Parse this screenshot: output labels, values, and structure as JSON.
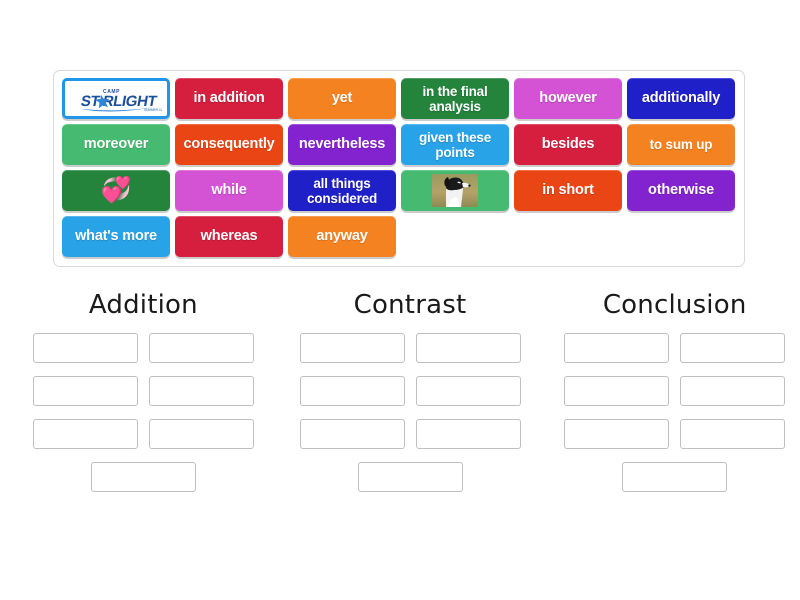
{
  "word_bank": {
    "tiles": [
      {
        "id": "camp-starlight-logo",
        "kind": "logo",
        "label": "CAMP STARLIGHT",
        "logo_top": "CAMP",
        "logo_main": "ST RLIGHT",
        "color": "#ffffff",
        "border_color": "#2196e8"
      },
      {
        "id": "in-addition",
        "kind": "text",
        "label": "in addition",
        "color": "#d61f3e"
      },
      {
        "id": "yet",
        "kind": "text",
        "label": "yet",
        "color": "#f58220"
      },
      {
        "id": "in-the-final-analysis",
        "kind": "text",
        "label": "in the final analysis",
        "color": "#24843c"
      },
      {
        "id": "however",
        "kind": "text",
        "label": "however",
        "color": "#d452d4"
      },
      {
        "id": "additionally",
        "kind": "text",
        "label": "additionally",
        "color": "#2020c8"
      },
      {
        "id": "moreover",
        "kind": "text",
        "label": "moreover",
        "color": "#45ba70"
      },
      {
        "id": "consequently",
        "kind": "text",
        "label": "consequently",
        "color": "#ea4515"
      },
      {
        "id": "nevertheless",
        "kind": "text",
        "label": "nevertheless",
        "color": "#8323cf"
      },
      {
        "id": "given-these-points",
        "kind": "text",
        "label": "given these points",
        "color": "#29a3e8"
      },
      {
        "id": "besides",
        "kind": "text",
        "label": "besides",
        "color": "#d61f3e"
      },
      {
        "id": "to-sum-up",
        "kind": "text",
        "label": "to sum up",
        "color": "#f58220"
      },
      {
        "id": "hearts-image",
        "kind": "emoji",
        "label": "revolving-hearts",
        "glyph": "💞",
        "color": "#24843c"
      },
      {
        "id": "while",
        "kind": "text",
        "label": "while",
        "color": "#d452d4"
      },
      {
        "id": "all-things-considered",
        "kind": "text",
        "label": "all things considered",
        "color": "#2020c8"
      },
      {
        "id": "dog-photo",
        "kind": "photo",
        "label": "border-collie-photo",
        "color": "#45ba70"
      },
      {
        "id": "in-short",
        "kind": "text",
        "label": "in short",
        "color": "#ea4515"
      },
      {
        "id": "otherwise",
        "kind": "text",
        "label": "otherwise",
        "color": "#8323cf"
      },
      {
        "id": "whats-more",
        "kind": "text",
        "label": "what's more",
        "color": "#29a3e8"
      },
      {
        "id": "whereas",
        "kind": "text",
        "label": "whereas",
        "color": "#d61f3e"
      },
      {
        "id": "anyway",
        "kind": "text",
        "label": "anyway",
        "color": "#f58220"
      }
    ]
  },
  "categories": [
    {
      "id": "addition",
      "title": "Addition",
      "slot_count": 7
    },
    {
      "id": "contrast",
      "title": "Contrast",
      "slot_count": 7
    },
    {
      "id": "conclusion",
      "title": "Conclusion",
      "slot_count": 7
    }
  ],
  "theme": {
    "background": "#ffffff",
    "panel_border": "#d9d9d9",
    "slot_border": "#bfbfbf",
    "title_color": "#1a1a1a"
  }
}
